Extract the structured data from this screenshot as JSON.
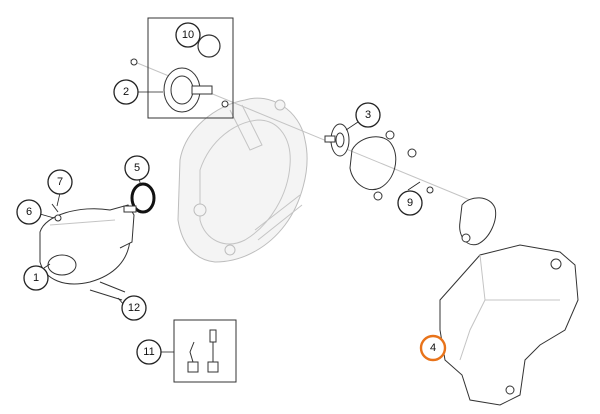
{
  "diagram": {
    "highlight_color": "#e8731a",
    "callouts": [
      {
        "id": "c10",
        "label": "10",
        "highlight": false
      },
      {
        "id": "c2",
        "label": "2",
        "highlight": false
      },
      {
        "id": "c3",
        "label": "3",
        "highlight": false
      },
      {
        "id": "c5",
        "label": "5",
        "highlight": false
      },
      {
        "id": "c7",
        "label": "7",
        "highlight": false
      },
      {
        "id": "c6",
        "label": "6",
        "highlight": false
      },
      {
        "id": "c1",
        "label": "1",
        "highlight": false
      },
      {
        "id": "c12",
        "label": "12",
        "highlight": false
      },
      {
        "id": "c9",
        "label": "9",
        "highlight": false
      },
      {
        "id": "c11",
        "label": "11",
        "highlight": false
      },
      {
        "id": "c4",
        "label": "4",
        "highlight": true
      }
    ]
  }
}
